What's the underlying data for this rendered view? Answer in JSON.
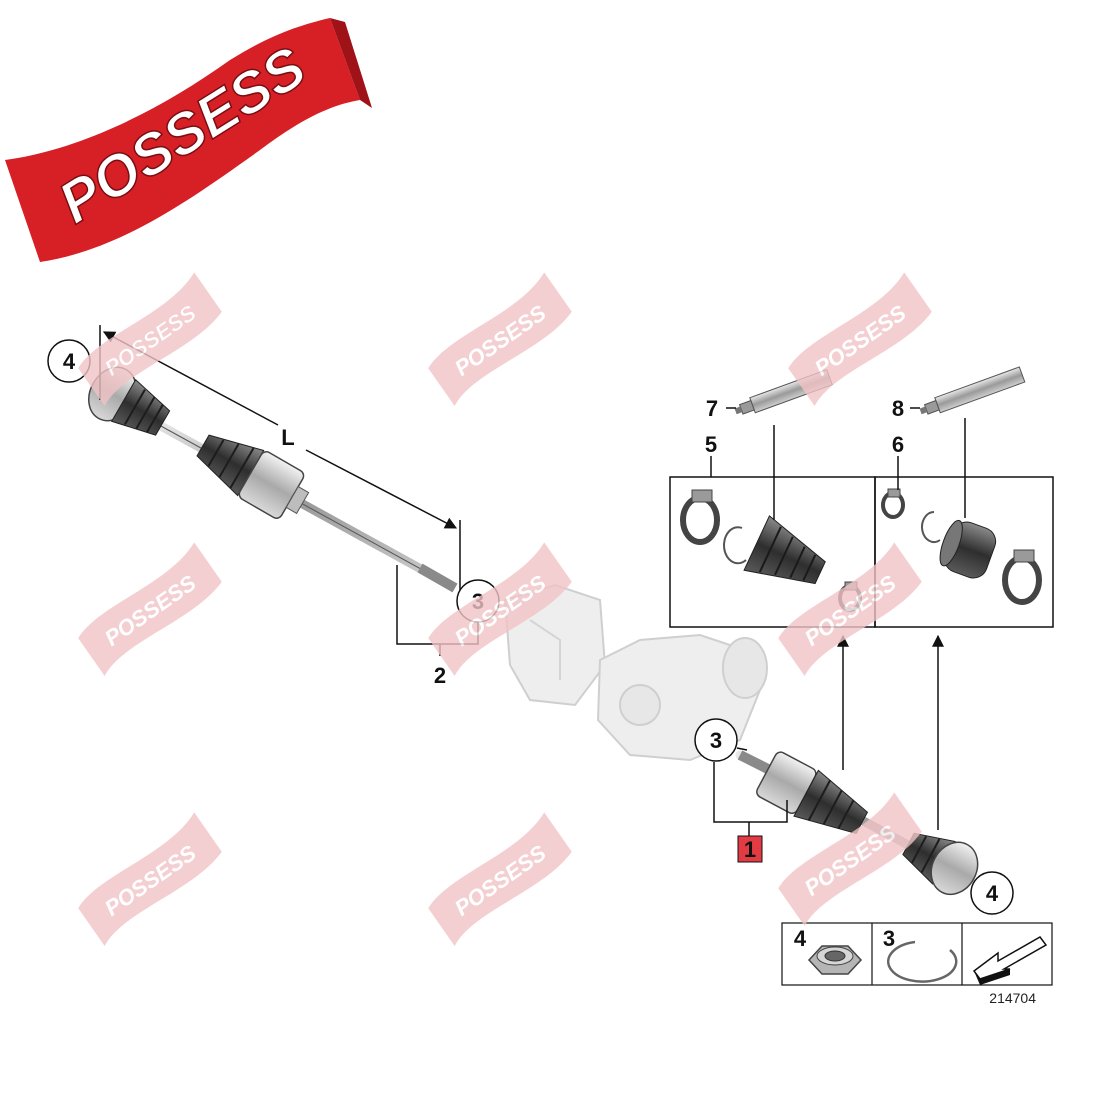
{
  "brand": {
    "logo_text": "POSSESS",
    "color": "#d71f26",
    "watermark_color": "#f2c4c6"
  },
  "dimension_label": "L",
  "callouts": {
    "c4_left": "4",
    "c3_left": "3",
    "c2": "2",
    "c3_center": "3",
    "c1": "1",
    "c4_right": "4",
    "c7": "7",
    "c5": "5",
    "c8": "8",
    "c6": "6"
  },
  "legend": {
    "nut_number": "4",
    "ring_number": "3"
  },
  "catalog_number": "214704",
  "colors": {
    "highlight": "#e23b44",
    "line": "#111111",
    "part_dark": "#4d4d4d",
    "part_light": "#cfcfcf"
  }
}
